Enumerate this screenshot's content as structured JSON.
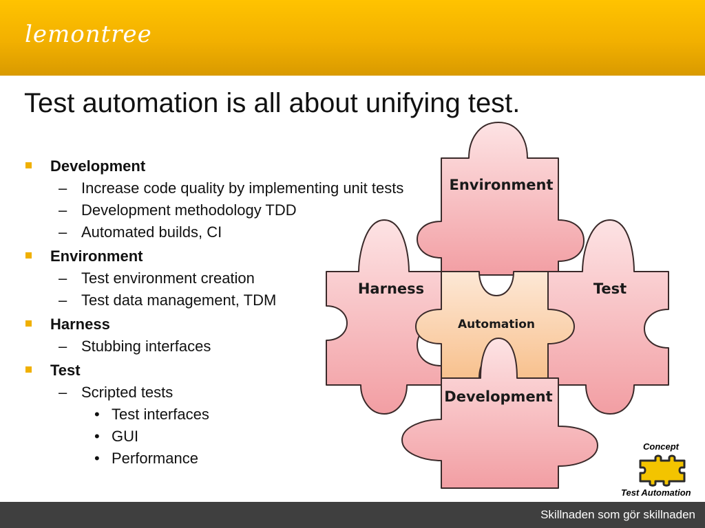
{
  "header": {
    "logo": "lemontree"
  },
  "slide": {
    "title": "Test automation is all about unifying test."
  },
  "bullets": [
    {
      "label": "Development",
      "children": [
        {
          "label": "Increase code quality by implementing unit tests"
        },
        {
          "label": "Development methodology TDD"
        },
        {
          "label": "Automated builds, CI"
        }
      ]
    },
    {
      "label": "Environment",
      "children": [
        {
          "label": "Test environment creation"
        },
        {
          "label": "Test data management, TDM"
        }
      ]
    },
    {
      "label": "Harness",
      "children": [
        {
          "label": "Stubbing interfaces"
        }
      ]
    },
    {
      "label": "Test",
      "children": [
        {
          "label": "Scripted tests",
          "children": [
            {
              "label": "Test interfaces"
            },
            {
              "label": "GUI"
            },
            {
              "label": "Performance"
            }
          ]
        }
      ]
    }
  ],
  "markers": {
    "level1": "▪",
    "level2": "–",
    "level3": "•"
  },
  "puzzle": {
    "environment": "Environment",
    "harness": "Harness",
    "test": "Test",
    "automation": "Automation",
    "development": "Development"
  },
  "concept_badge": {
    "top": "Concept",
    "bottom": "Test Automation"
  },
  "footer": {
    "tagline": "Skillnaden som gör skillnaden"
  },
  "colors": {
    "header": "#f5b400",
    "piece": "#f7b3b6",
    "center_piece": "#fbd3b0",
    "footer": "#3f3f3f",
    "bullet": "#f0b000"
  }
}
